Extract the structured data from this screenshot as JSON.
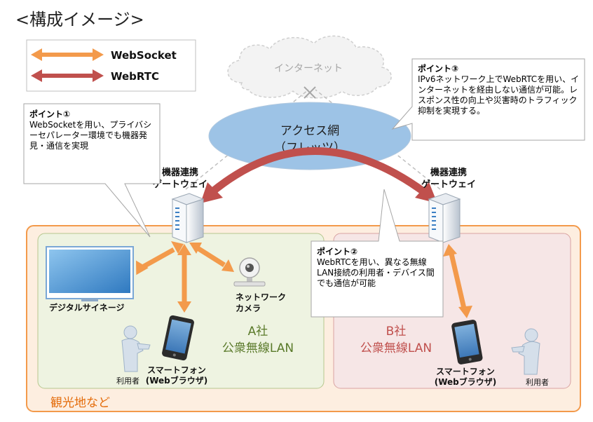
{
  "page_title": "<構成イメージ>",
  "legend": {
    "websocket_label": "WebSocket",
    "webrtc_label": "WebRTC",
    "websocket_color": "#f39a4b",
    "webrtc_color": "#c0504d"
  },
  "internet": {
    "label": "インターネット"
  },
  "access_network": {
    "line1": "アクセス網",
    "line2": "（フレッツ）"
  },
  "gateways": {
    "left": {
      "line1": "機器連携",
      "line2": "ゲートウェイ"
    },
    "right": {
      "line1": "機器連携",
      "line2": "ゲートウェイ"
    }
  },
  "region": {
    "label": "観光地など"
  },
  "lan_a": {
    "line1": "A社",
    "line2": "公衆無線LAN"
  },
  "lan_b": {
    "line1": "B社",
    "line2": "公衆無線LAN"
  },
  "devices": {
    "signage": "デジタルサイネージ",
    "camera_line1": "ネットワーク",
    "camera_line2": "カメラ",
    "phone_a_line1": "スマートフォン",
    "phone_a_line2": "(Webブラウザ)",
    "phone_b_line1": "スマートフォン",
    "phone_b_line2": "(Webブラウザ)",
    "user_a": "利用者",
    "user_b": "利用者"
  },
  "callouts": {
    "p1": {
      "title": "ポイント①",
      "text": "WebSocketを用い、プライバシーセパレーター環境でも機器発見・通信を実現"
    },
    "p2": {
      "title": "ポイント②",
      "text": "WebRTCを用い、異なる無線LAN接続の利用者・デバイス間でも通信が可能"
    },
    "p3": {
      "title": "ポイント③",
      "text": "IPv6ネットワーク上でWebRTCを用い、インターネットを経由しない通信が可能。レスポンス性の向上や災害時のトラフィック抑制を実現する。"
    }
  },
  "colors": {
    "region_border": "#f39a4b",
    "region_fill": "#fdeee0",
    "lan_a_fill": "#eef3e1",
    "lan_a_text": "#5a7a2a",
    "lan_b_fill": "#f6e6e6",
    "lan_b_text": "#c0504d",
    "access_fill": "#9dc3e6"
  }
}
